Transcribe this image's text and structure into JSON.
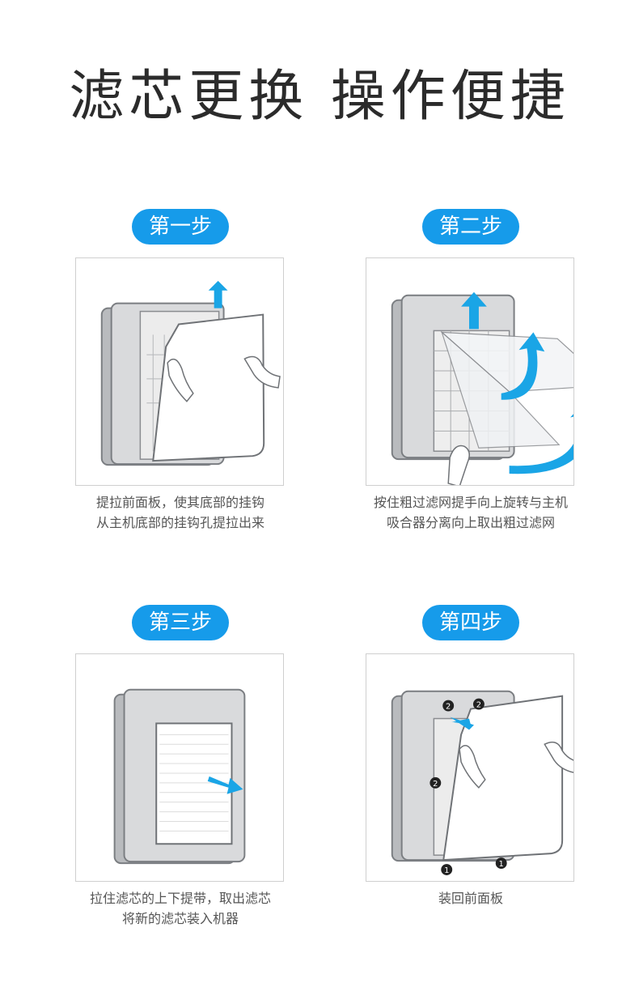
{
  "page": {
    "title": "滤芯更换  操作便捷"
  },
  "steps": [
    {
      "label": "第一步",
      "caption_lines": [
        "提拉前面板，使其底部的挂钩",
        "从主机底部的挂钩孔提拉出来"
      ]
    },
    {
      "label": "第二步",
      "caption_lines": [
        "按住粗过滤网提手向上旋转与主机",
        "吸合器分离向上取出粗过滤网"
      ]
    },
    {
      "label": "第三步",
      "caption_lines": [
        "拉住滤芯的上下提带，取出滤芯",
        "将新的滤芯装入机器"
      ]
    },
    {
      "label": "第四步",
      "caption_lines": [
        "装回前面板"
      ]
    }
  ],
  "step4_markers": [
    "1",
    "2"
  ],
  "colors": {
    "accent": "#169bea",
    "arrow": "#1aa5e6"
  }
}
